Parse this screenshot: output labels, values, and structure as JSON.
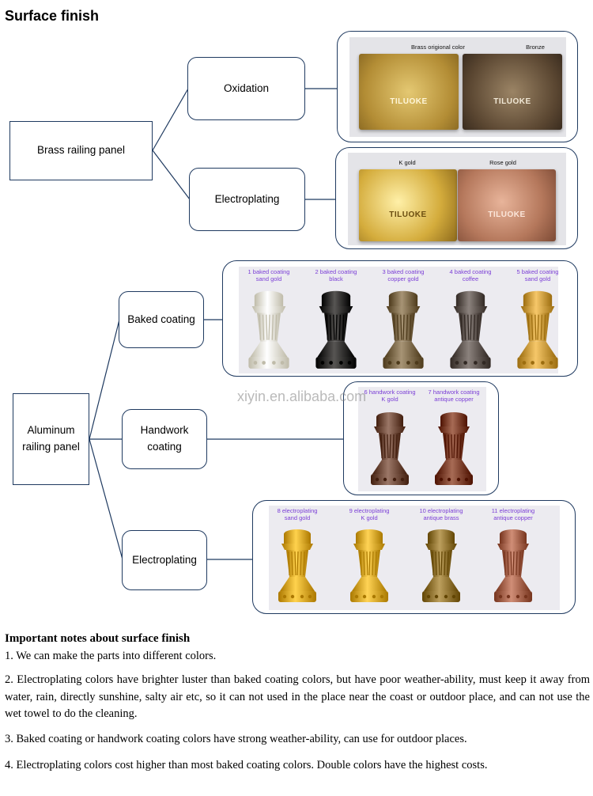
{
  "title": "Surface finish",
  "brass": {
    "root": "Brass railing panel",
    "oxidation": "Oxidation",
    "electroplating": "Electroplating",
    "plaques_top": [
      "Brass origional color",
      "Bronze"
    ],
    "plaques_bottom": [
      "K gold",
      "Rose gold"
    ],
    "logo_text": "TILUOKE",
    "colors": {
      "brass": "#b9963f",
      "bronze": "#5a4631",
      "kgold": "#c9a43a",
      "rosegold": "#b5785c"
    }
  },
  "aluminum": {
    "root": "Aluminum railing panel",
    "root_lines": [
      "Aluminum",
      "railing panel"
    ],
    "baked": "Baked coating",
    "handwork_lines": [
      "Handwork",
      "coating"
    ],
    "electroplating": "Electroplating",
    "baked_items": [
      {
        "line1": "1 baked coating",
        "line2": "sand gold",
        "color": "#ece8d6"
      },
      {
        "line1": "2 baked coating",
        "line2": "black",
        "color": "#2a2826"
      },
      {
        "line1": "3 baked coating",
        "line2": "copper gold",
        "color": "#7a6748"
      },
      {
        "line1": "4 baked coating",
        "line2": "coffee",
        "color": "#5e5550"
      },
      {
        "line1": "5 baked coating",
        "line2": "sand gold",
        "color": "#c99a3c"
      }
    ],
    "handwork_items": [
      {
        "line1": "6 handwork coating",
        "line2": "K gold",
        "color": "#6e4a3a"
      },
      {
        "line1": "7 handwork coating",
        "line2": "antique copper",
        "color": "#7a3e28"
      }
    ],
    "electro_items": [
      {
        "line1": "8 electroplating",
        "line2": "sand gold",
        "color": "#d9a520"
      },
      {
        "line1": "9 electroplating",
        "line2": "K gold",
        "color": "#d7a628"
      },
      {
        "line1": "10 electroplating",
        "line2": "antique brass",
        "color": "#8f7230"
      },
      {
        "line1": "11 electroplating",
        "line2": "antique copper",
        "color": "#a3614a"
      }
    ]
  },
  "watermark": "xiyin.en.alibaba.com",
  "notes": {
    "heading": "Important notes about surface finish",
    "items": [
      "1.  We can make the parts into different colors.",
      "2.  Electroplating colors have brighter luster than baked coating colors, but have poor weather-ability, must keep it away from water, rain, directly sunshine, salty air etc, so it can not used in the place near the coast or outdoor place, and can not use the wet towel to do the cleaning.",
      "3.  Baked coating or handwork coating colors have strong weather-ability, can use for outdoor places.",
      "4.  Electroplating colors cost higher than most baked coating colors. Double colors have the highest costs."
    ]
  }
}
